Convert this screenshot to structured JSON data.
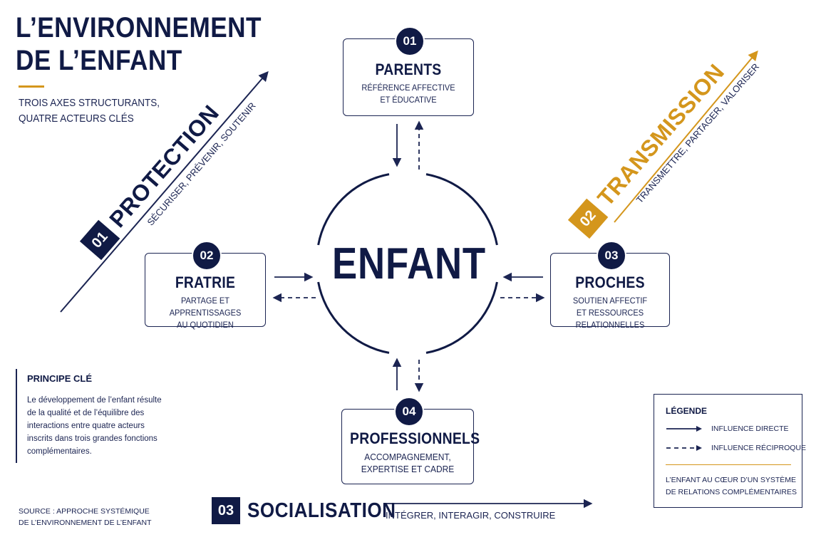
{
  "title_line1": "L’ENVIRONNEMENT",
  "title_line2": "DE L’ENFANT",
  "subtitle": "TROIS AXES STRUCTURANTS, QUATRE ACTEURS CLÉS",
  "center_label": "ENFANT",
  "actors": [
    {
      "num": "01",
      "name": "PARENTS",
      "desc1": "RÉFÉRENCE AFFECTIVE",
      "desc2": "ET ÉDUCATIVE"
    },
    {
      "num": "02",
      "name": "FRATRIE",
      "desc1": "PARTAGE ET APPRENTISSAGES",
      "desc2": "AU QUOTIDIEN"
    },
    {
      "num": "03",
      "name": "PROCHES",
      "desc1": "SOUTIEN AFFECTIF",
      "desc2": "ET RESSOURCES RELATIONNELLES"
    },
    {
      "num": "04",
      "name": "PROFESSIONNELS",
      "desc1": "ACCOMPAGNEMENT,",
      "desc2": "EXPERTISE ET CADRE"
    }
  ],
  "axes": {
    "protection": {
      "num": "01",
      "label": "PROTECTION",
      "sub": "SÉCURISER, PRÉVENIR, SOUTENIR"
    },
    "transmission": {
      "num": "02",
      "label": "TRANSMISSION",
      "sub": "TRANSMETTRE, PARTAGER, VALORISER"
    },
    "socialisation": {
      "num": "03",
      "label": "SOCIALISATION",
      "sub": "INTÉGRER, INTERAGIR, CONSTRUIRE"
    }
  },
  "principle": {
    "title": "PRINCIPE CLÉ",
    "text": "Le développement de l’enfant résulte de la qualité et de l’équilibre des interactions entre quatre acteurs inscrits dans trois grandes fonctions complémentaires."
  },
  "source": "SOURCE : APPROCHE SYSTÉMIQUE DE L’ENVIRONNEMENT DE L’ENFANT",
  "legend": {
    "title": "LÉGENDE",
    "direct": "INFLUENCE DIRECTE",
    "reciprocal": "INFLUENCE RÉCIPROQUE",
    "note": "L’ENFANT AU CŒUR D’UN SYSTÈME DE RELATIONS COMPLÉMENTAIRES"
  },
  "colors": {
    "navy": "#101a45",
    "accent": "#d4961c"
  }
}
